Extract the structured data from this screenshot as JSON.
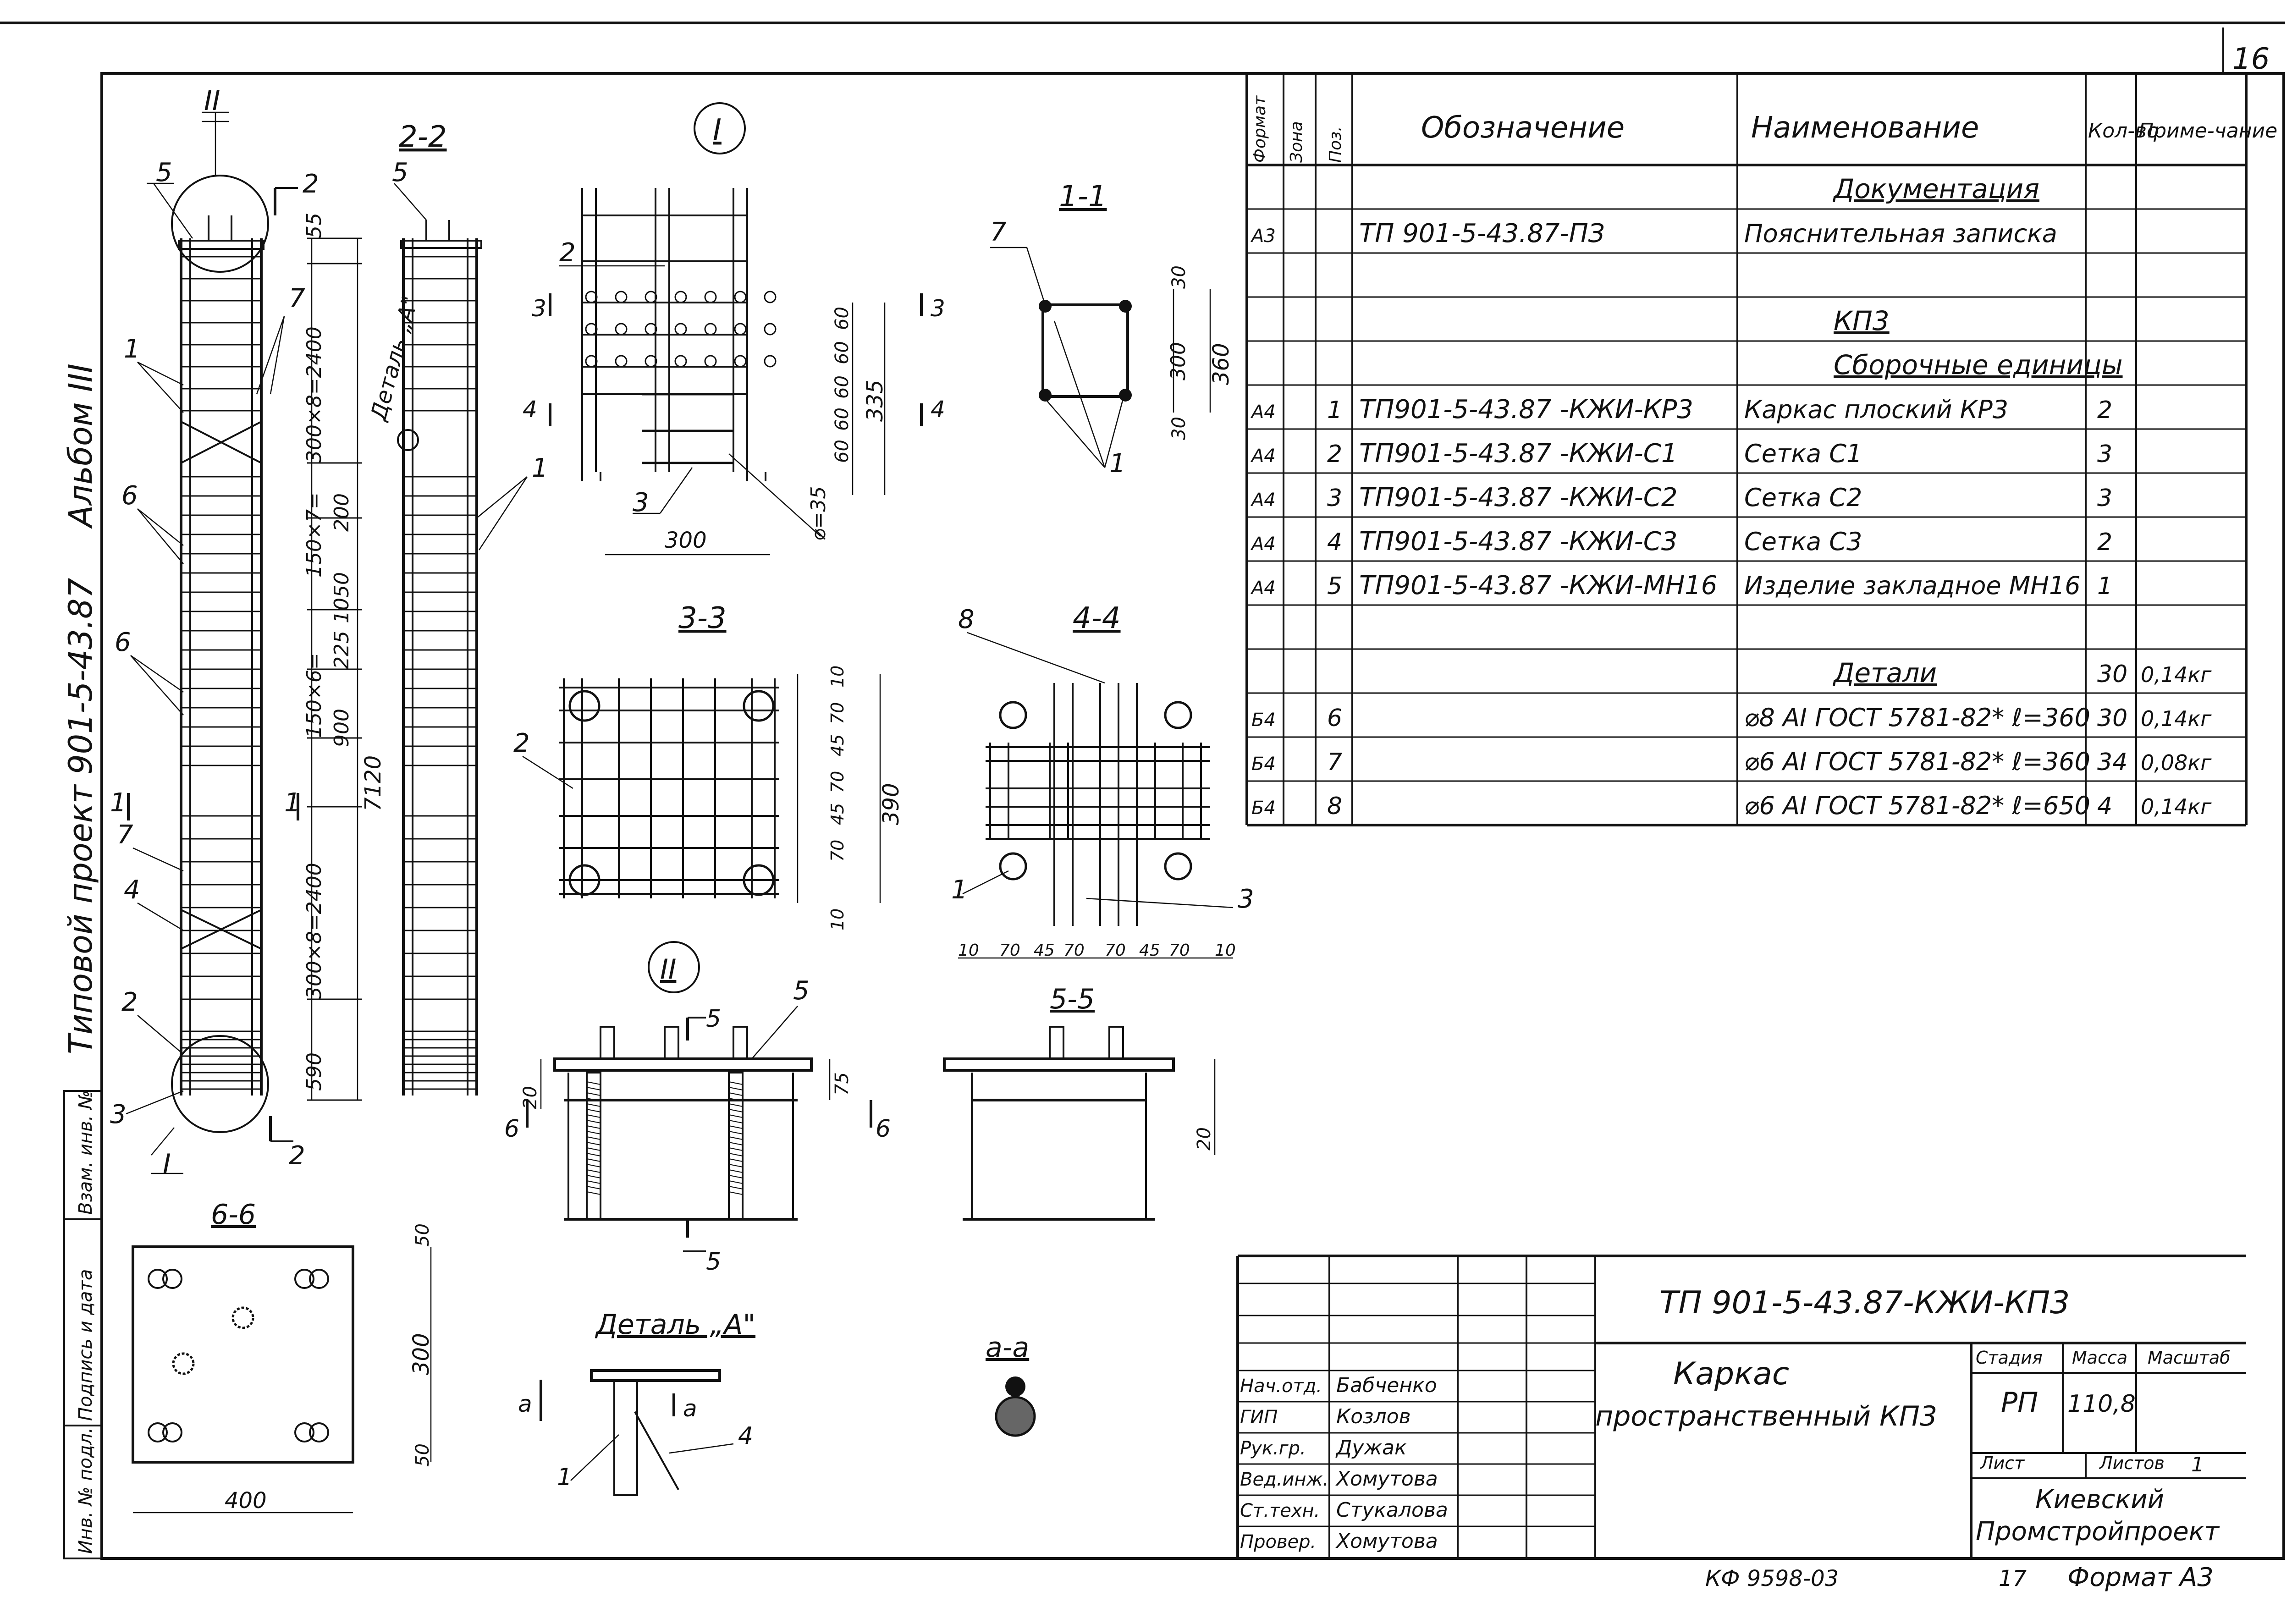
{
  "sheet": {
    "sheet_no": "16",
    "album_label": "Альбом III",
    "project_label": "Типовой проект 901-5-43.87",
    "side_stamp": [
      "Инв. № подл.",
      "Подпись и дата",
      "Взам. инв. №"
    ]
  },
  "spec": {
    "headers": {
      "format": "Формат",
      "zone": "Зона",
      "pos": "Поз.",
      "designation": "Обозначение",
      "name": "Наименование",
      "qty": "Кол-во",
      "note": "Приме-чание"
    },
    "rows": [
      {
        "format": "",
        "pos": "",
        "designation": "",
        "name": "Документация",
        "qty": "",
        "note": "",
        "section": true
      },
      {
        "format": "А3",
        "pos": "",
        "designation": "ТП 901-5-43.87-ПЗ",
        "name": "Пояснительная записка",
        "qty": "",
        "note": ""
      },
      {
        "format": "",
        "pos": "",
        "designation": "",
        "name": "",
        "qty": "",
        "note": ""
      },
      {
        "format": "",
        "pos": "",
        "designation": "",
        "name": "КП3",
        "qty": "",
        "note": "",
        "section": true
      },
      {
        "format": "",
        "pos": "",
        "designation": "",
        "name": "Сборочные единицы",
        "qty": "",
        "note": "",
        "section": true
      },
      {
        "format": "А4",
        "pos": "1",
        "designation": "ТП901-5-43.87 -КЖИ-КР3",
        "name": "Каркас плоский КР3",
        "qty": "2",
        "note": ""
      },
      {
        "format": "А4",
        "pos": "2",
        "designation": "ТП901-5-43.87 -КЖИ-С1",
        "name": "Сетка С1",
        "qty": "3",
        "note": ""
      },
      {
        "format": "А4",
        "pos": "3",
        "designation": "ТП901-5-43.87 -КЖИ-С2",
        "name": "Сетка С2",
        "qty": "3",
        "note": ""
      },
      {
        "format": "А4",
        "pos": "4",
        "designation": "ТП901-5-43.87 -КЖИ-С3",
        "name": "Сетка С3",
        "qty": "2",
        "note": ""
      },
      {
        "format": "А4",
        "pos": "5",
        "designation": "ТП901-5-43.87 -КЖИ-МН16",
        "name": "Изделие закладное МН16",
        "qty": "1",
        "note": ""
      },
      {
        "format": "",
        "pos": "",
        "designation": "",
        "name": "",
        "qty": "",
        "note": ""
      },
      {
        "format": "",
        "pos": "",
        "designation": "",
        "name": "Детали",
        "qty": "30",
        "note": "0,14кг",
        "section": true
      },
      {
        "format": "Б4",
        "pos": "6",
        "designation": "",
        "name": "⌀8 АI ГОСТ 5781-82* ℓ=360",
        "qty": "30",
        "note": "0,14кг"
      },
      {
        "format": "Б4",
        "pos": "7",
        "designation": "",
        "name": "⌀6 АI ГОСТ 5781-82* ℓ=360",
        "qty": "34",
        "note": "0,08кг"
      },
      {
        "format": "Б4",
        "pos": "8",
        "designation": "",
        "name": "⌀6 АI ГОСТ 5781-82* ℓ=650",
        "qty": "4",
        "note": "0,14кг"
      }
    ]
  },
  "views": {
    "v22": "2-2",
    "vI": "I",
    "v11": "1-1",
    "v33": "3-3",
    "v44": "4-4",
    "vII": "II",
    "v55": "5-5",
    "v66": "6-6",
    "detailA": "Деталь „А\"",
    "aa": "а-а",
    "detailA_vertical": "Деталь „А\""
  },
  "dims": {
    "col_55": "55",
    "col_top": "300×8=2400",
    "col_200": "200",
    "col_150x7": "150×7=",
    "col_1050": "1050",
    "col_225": "225",
    "col_150x6": "150×6=",
    "col_900": "900",
    "col_bot": "300×8=2400",
    "col_590": "590",
    "col_total": "7120",
    "d_I_60a": "60",
    "d_I_60b": "60",
    "d_I_60c": "60",
    "d_I_60d": "60",
    "d_I_60e": "60",
    "d_I_335": "335",
    "d_I_300": "300",
    "d_I_step": "⌀=35",
    "d11_30a": "30",
    "d11_300": "300",
    "d11_360": "360",
    "d11_30b": "30",
    "d33_10a": "10",
    "d33_70a": "70",
    "d33_45a": "45",
    "d33_70b": "70",
    "d33_45b": "45",
    "d33_70c": "70",
    "d33_10b": "10",
    "d33_390": "390",
    "d44_10a": "10",
    "d44_70a": "70",
    "d44_45a": "45",
    "d44_70b": "70",
    "d44_70c": "70",
    "d44_45b": "45",
    "d44_70d": "70",
    "d44_10b": "10",
    "dII_20": "20",
    "dII_75": "75",
    "d55_20": "20",
    "d66_50a": "50",
    "d66_300": "300",
    "d66_50b": "50",
    "d66_400": "400"
  },
  "labels": {
    "p1": "1",
    "p2": "2",
    "p3": "3",
    "p4": "4",
    "p5": "5",
    "p6": "6",
    "p7": "7",
    "p8": "8",
    "sec2": "2",
    "sec1": "1",
    "sec3": "3",
    "sec4": "4",
    "sec5": "5",
    "sec6": "6",
    "secI": "I",
    "secII": "II",
    "seca": "а"
  },
  "title_block": {
    "code": "ТП 901-5-43.87-КЖИ-КП3",
    "title_line1": "Каркас",
    "title_line2": "пространственный КП3",
    "stage_label": "Стадия",
    "mass_label": "Масса",
    "scale_label": "Масштаб",
    "stage": "РП",
    "mass": "110,8",
    "sheet_label": "Лист",
    "sheets_label": "Листов",
    "sheets": "1",
    "org_line1": "Киевский",
    "org_line2": "Промстройпроект",
    "people": [
      {
        "role": "Нач.отд.",
        "name": "Бабченко"
      },
      {
        "role": "ГИП",
        "name": "Козлов"
      },
      {
        "role": "Рук.гр.",
        "name": "Дужак"
      },
      {
        "role": "Вед.инж.",
        "name": "Хомутова"
      },
      {
        "role": "Ст.техн.",
        "name": "Стукалова"
      },
      {
        "role": "Провер.",
        "name": "Хомутова"
      }
    ]
  },
  "footer": {
    "archive": "КФ 9598-03",
    "copy": "17",
    "format": "Формат А3"
  }
}
